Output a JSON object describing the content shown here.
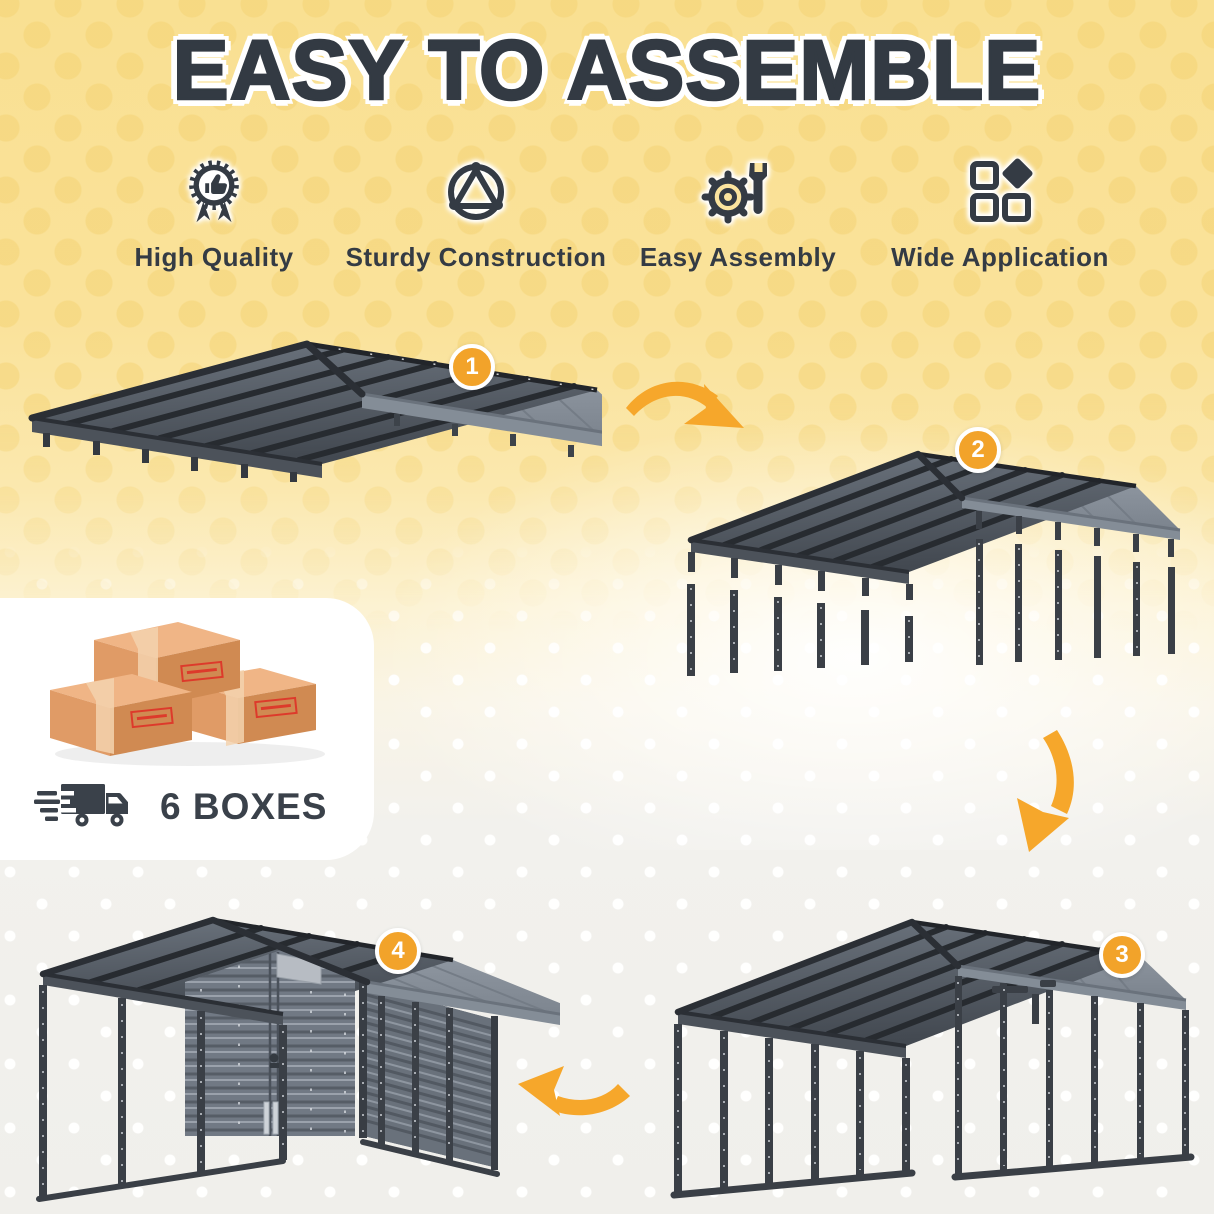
{
  "title": "EASY TO ASSEMBLE",
  "features": [
    {
      "label": "High Quality",
      "icon": "quality-badge-icon"
    },
    {
      "label": "Sturdy Construction",
      "icon": "triangle-frame-icon"
    },
    {
      "label": "Easy Assembly",
      "icon": "gear-wrench-icon"
    },
    {
      "label": "Wide Application",
      "icon": "squares-grid-icon"
    }
  ],
  "steps": [
    {
      "number": "1"
    },
    {
      "number": "2"
    },
    {
      "number": "3"
    },
    {
      "number": "4"
    }
  ],
  "shipping": {
    "box_count_label": "6 BOXES",
    "icon": "delivery-truck-icon"
  },
  "colors": {
    "accent_orange": "#F2A32A",
    "dark_navy": "#343B44",
    "background_yellow": "#FAE29A",
    "panel_white": "#FFFFFF"
  }
}
